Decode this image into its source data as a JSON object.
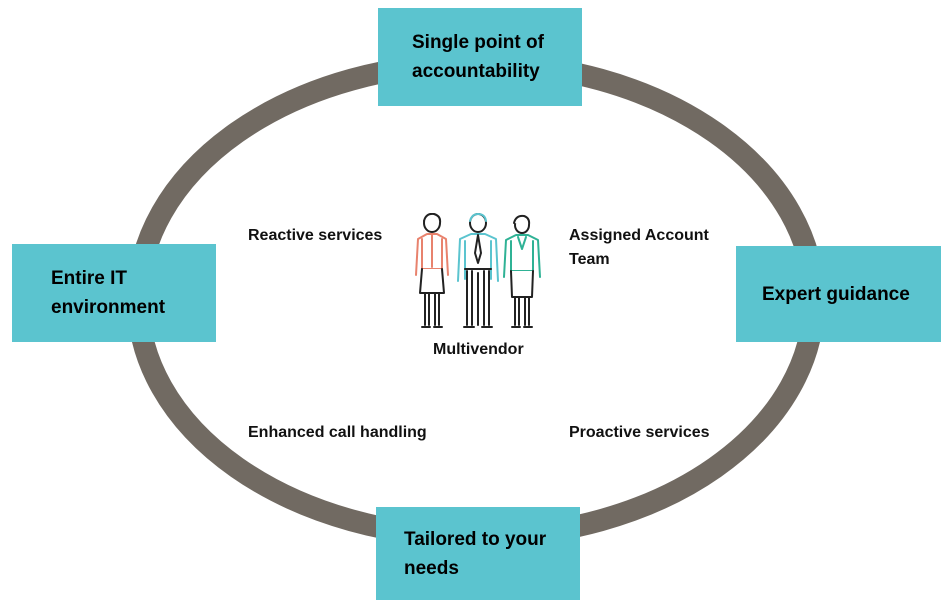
{
  "diagram": {
    "ring_color": "#716a62",
    "box_color": "#5bc4cf",
    "boxes": {
      "top": "Single point of accountability",
      "left": "Entire IT environment",
      "right": "Expert guidance",
      "bottom": "Tailored to your needs"
    },
    "services": {
      "reactive": "Reactive services",
      "assigned": "Assigned Account Team",
      "enhanced": "Enhanced call handling",
      "proactive": "Proactive services"
    },
    "center": {
      "label": "Multivendor",
      "icon": "people-group-icon",
      "figure_colors": [
        "#e8826d",
        "#5bc4cf",
        "#2fb295"
      ]
    }
  }
}
